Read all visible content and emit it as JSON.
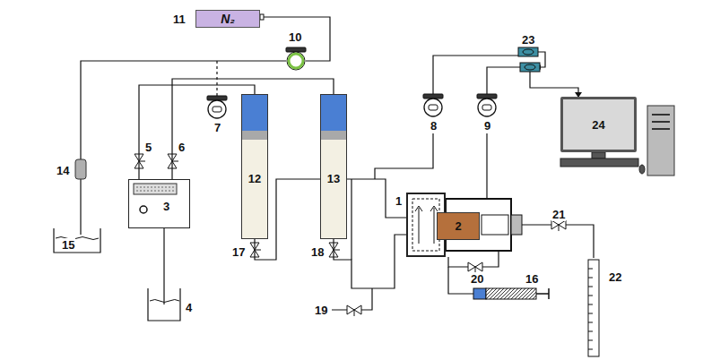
{
  "diagram": {
    "nodes": [
      {
        "text": [
          "11",
          "N₂"
        ]
      },
      {
        "text": [
          "3"
        ]
      },
      {
        "text": [
          "12"
        ]
      },
      {
        "text": [
          "13"
        ]
      },
      {
        "text": [
          "1"
        ]
      },
      {
        "text": [
          "2"
        ],
        "in": 4
      },
      {
        "text": [
          "24"
        ]
      }
    ],
    "edges": [
      {
        "from": 1,
        "to": 2,
        "arrow": "none"
      },
      {
        "from": 1,
        "to": 3,
        "arrow": "none"
      },
      {
        "from": 2,
        "to": 4,
        "arrow": "none"
      },
      {
        "from": 3,
        "to": 4,
        "arrow": "none"
      }
    ],
    "labels": [
      "10",
      "7",
      "5",
      "6",
      "4",
      "14",
      "15",
      "17",
      "18",
      "19",
      "8",
      "9",
      "23",
      "21",
      "20",
      "16",
      "22"
    ]
  }
}
